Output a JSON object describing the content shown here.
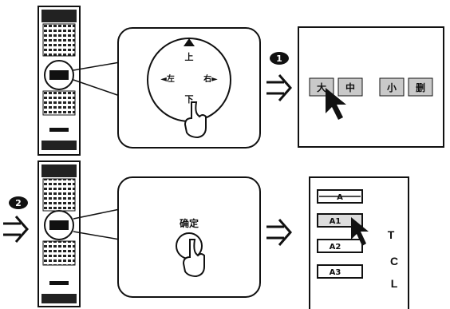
{
  "step1": {
    "badge": "1",
    "dpad": {
      "up": "上",
      "left": "◄左",
      "right": "右►",
      "down": "下"
    },
    "tabs": [
      "大",
      "中",
      "小",
      "删"
    ]
  },
  "step2": {
    "badge": "2",
    "center_label": "确定",
    "menu_items": [
      "A",
      "A1",
      "A2",
      "A3"
    ],
    "side_letters": [
      "T",
      "C",
      "L"
    ]
  }
}
